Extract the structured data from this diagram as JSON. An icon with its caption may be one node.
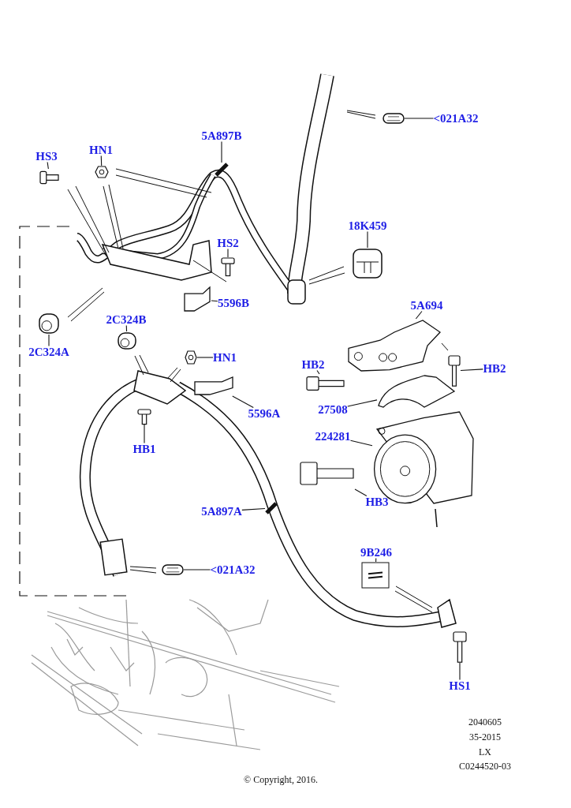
{
  "diagram": {
    "nodes": [
      {
        "text": [
          "<021A32"
        ]
      },
      {
        "text": [],
        "shape": "picture"
      },
      {
        "text": [
          "5A897B"
        ]
      },
      {
        "text": [],
        "shape": "picture"
      },
      {
        "text": [
          "HS3"
        ]
      },
      {
        "text": [],
        "shape": "picture"
      },
      {
        "text": [
          "HN1"
        ]
      },
      {
        "text": [],
        "shape": "picture"
      },
      {
        "text": [
          "18K459"
        ]
      },
      {
        "text": [],
        "shape": "picture"
      },
      {
        "text": [
          "HS2"
        ]
      },
      {
        "text": [],
        "shape": "picture"
      },
      {
        "text": [
          "5596B"
        ]
      },
      {
        "text": [],
        "shape": "picture"
      },
      {
        "text": [
          "2C324A"
        ]
      },
      {
        "text": [],
        "shape": "picture"
      },
      {
        "text": [
          "2C324B"
        ]
      },
      {
        "text": [],
        "shape": "picture"
      },
      {
        "text": [
          "HN1"
        ]
      },
      {
        "text": [],
        "shape": "picture"
      },
      {
        "text": [
          "5A694"
        ]
      },
      {
        "text": [],
        "shape": "picture"
      },
      {
        "text": [
          "HB2"
        ]
      },
      {
        "text": [],
        "shape": "picture"
      },
      {
        "text": [
          "HB2"
        ]
      },
      {
        "text": [],
        "shape": "picture"
      },
      {
        "text": [
          "27508"
        ]
      },
      {
        "text": [],
        "shape": "picture"
      },
      {
        "text": [
          "224281"
        ]
      },
      {
        "text": [],
        "shape": "picture"
      },
      {
        "text": [
          "HB3"
        ]
      },
      {
        "text": [],
        "shape": "picture"
      },
      {
        "text": [
          "HB1"
        ]
      },
      {
        "text": [],
        "shape": "picture"
      },
      {
        "text": [
          "5596A"
        ]
      },
      {
        "text": [],
        "shape": "picture"
      },
      {
        "text": [
          "5A897A"
        ]
      },
      {
        "text": [],
        "shape": "picture"
      },
      {
        "text": [
          "<021A32"
        ]
      },
      {
        "text": [],
        "shape": "picture"
      },
      {
        "text": [
          "9B246"
        ]
      },
      {
        "text": [],
        "shape": "picture"
      },
      {
        "text": [
          "HS1"
        ]
      },
      {
        "text": [],
        "shape": "picture"
      }
    ],
    "edges": [
      {
        "from": 0,
        "to": 1,
        "arrow": "none"
      },
      {
        "from": 2,
        "to": 3,
        "arrow": "none"
      },
      {
        "from": 4,
        "to": 5,
        "arrow": "none"
      },
      {
        "from": 6,
        "to": 7,
        "arrow": "none"
      },
      {
        "from": 8,
        "to": 9,
        "arrow": "none"
      },
      {
        "from": 10,
        "to": 11,
        "arrow": "none"
      },
      {
        "from": 12,
        "to": 13,
        "arrow": "none"
      },
      {
        "from": 14,
        "to": 15,
        "arrow": "none"
      },
      {
        "from": 16,
        "to": 17,
        "arrow": "none"
      },
      {
        "from": 18,
        "to": 19,
        "arrow": "none"
      },
      {
        "from": 20,
        "to": 21,
        "arrow": "none"
      },
      {
        "from": 22,
        "to": 23,
        "arrow": "none"
      },
      {
        "from": 24,
        "to": 25,
        "arrow": "none"
      },
      {
        "from": 26,
        "to": 27,
        "arrow": "none"
      },
      {
        "from": 28,
        "to": 29,
        "arrow": "none"
      },
      {
        "from": 30,
        "to": 31,
        "arrow": "none"
      },
      {
        "from": 32,
        "to": 33,
        "arrow": "none"
      },
      {
        "from": 34,
        "to": 35,
        "arrow": "none"
      },
      {
        "from": 36,
        "to": 37,
        "arrow": "none"
      },
      {
        "from": 38,
        "to": 39,
        "arrow": "none"
      },
      {
        "from": 40,
        "to": 41,
        "arrow": "none"
      },
      {
        "from": 42,
        "to": 43,
        "arrow": "none"
      }
    ],
    "labels": [
      "2040605",
      "35-2015",
      "LX",
      "C0244520-03",
      "© Copyright, 2016."
    ]
  }
}
